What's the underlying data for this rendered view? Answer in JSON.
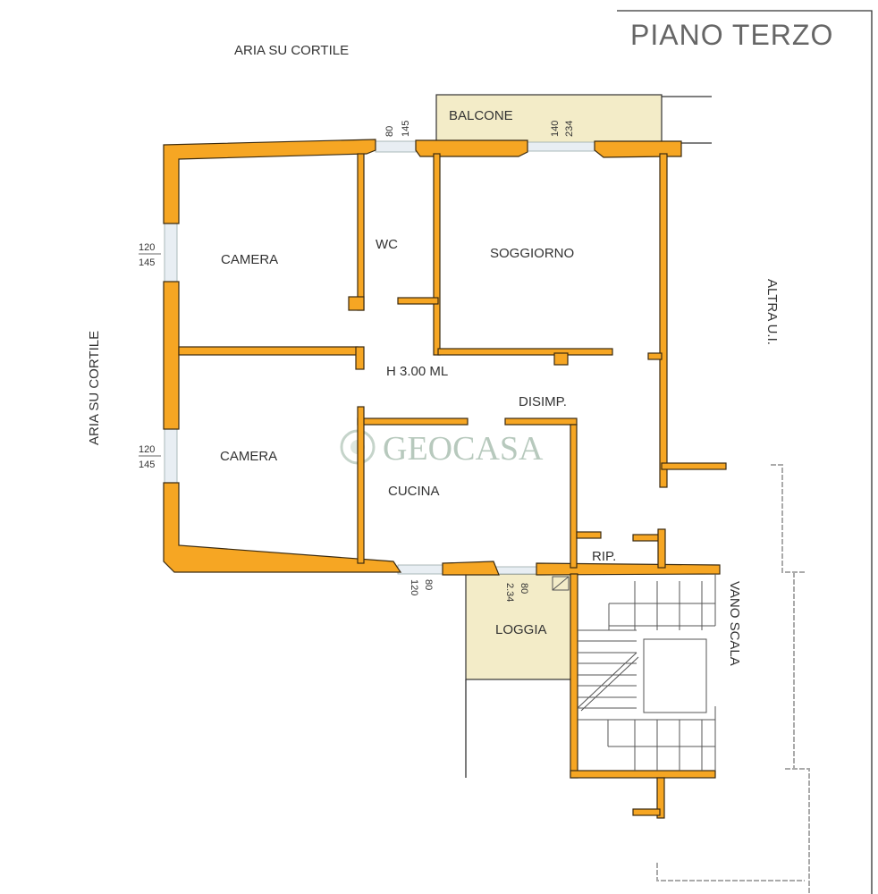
{
  "title": "PIANO TERZO",
  "watermark": "GEOCASA",
  "labels": {
    "top_outside": "ARIA SU CORTILE",
    "left_outside": "ARIA SU CORTILE",
    "right_outside": "ALTRA U.I.",
    "stair": "VANO SCALA",
    "balcone": "BALCONE",
    "camera_top": "CAMERA",
    "wc": "WC",
    "soggiorno": "SOGGIORNO",
    "camera_bottom": "CAMERA",
    "height": "H 3.00 ML",
    "disimp": "DISIMP.",
    "cucina": "CUCINA",
    "rip": "RIP.",
    "loggia": "LOGGIA"
  },
  "dimensions": {
    "wc_window": [
      "80",
      "145"
    ],
    "balcone_door": [
      "140",
      "234"
    ],
    "camera_top_window": [
      "120",
      "145"
    ],
    "camera_bottom_window": [
      "120",
      "145"
    ],
    "cucina_window": [
      "80",
      "120"
    ],
    "loggia_door": [
      "80",
      "2.34"
    ]
  },
  "colors": {
    "wall": "#f6a623",
    "terrace": "#f3ecc8"
  }
}
